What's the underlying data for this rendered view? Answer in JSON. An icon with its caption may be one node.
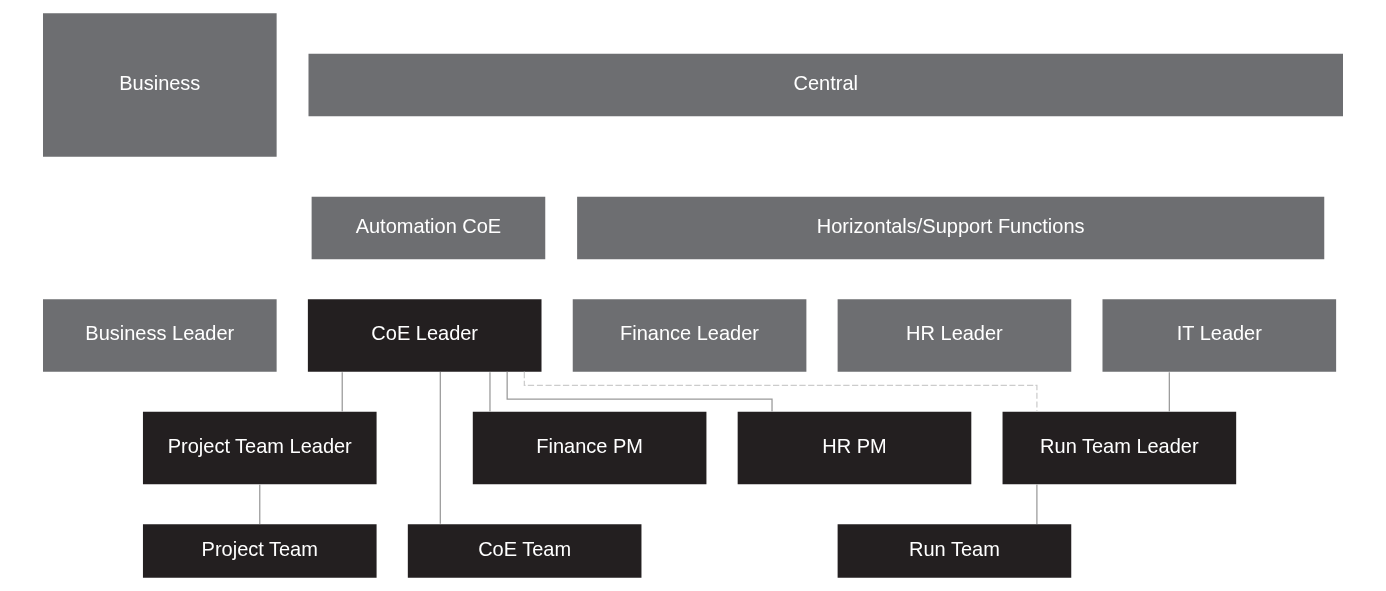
{
  "diagram": {
    "nodes": [
      {
        "text": [
          "Business"
        ]
      },
      {
        "text": [
          "Central"
        ]
      },
      {
        "text": [
          "Automation CoE"
        ]
      },
      {
        "text": [
          "Horizontals/Support Functions"
        ]
      },
      {
        "text": [
          "Business Leader"
        ]
      },
      {
        "text": [
          "CoE Leader"
        ]
      },
      {
        "text": [
          "Finance Leader"
        ]
      },
      {
        "text": [
          "HR Leader"
        ]
      },
      {
        "text": [
          "IT Leader"
        ]
      },
      {
        "text": [
          "Project Team Leader"
        ]
      },
      {
        "text": [
          "Finance PM"
        ]
      },
      {
        "text": [
          "HR PM"
        ]
      },
      {
        "text": [
          "Run Team Leader"
        ]
      },
      {
        "text": [
          "Project Team"
        ]
      },
      {
        "text": [
          "CoE Team"
        ]
      },
      {
        "text": [
          "Run Team"
        ]
      }
    ],
    "edges": [
      {
        "from": 5,
        "to": 9,
        "arrow": "none"
      },
      {
        "from": 5,
        "to": 14,
        "arrow": "none"
      },
      {
        "from": 5,
        "to": 10,
        "arrow": "none"
      },
      {
        "from": 5,
        "to": 11,
        "arrow": "none"
      },
      {
        "from": 5,
        "to": 12,
        "arrow": "none",
        "style": "dashed",
        "color": "#cccccc"
      },
      {
        "from": 8,
        "to": 12,
        "arrow": "none"
      },
      {
        "from": 9,
        "to": 13,
        "arrow": "none"
      },
      {
        "from": 12,
        "to": 15,
        "arrow": "none"
      }
    ]
  }
}
